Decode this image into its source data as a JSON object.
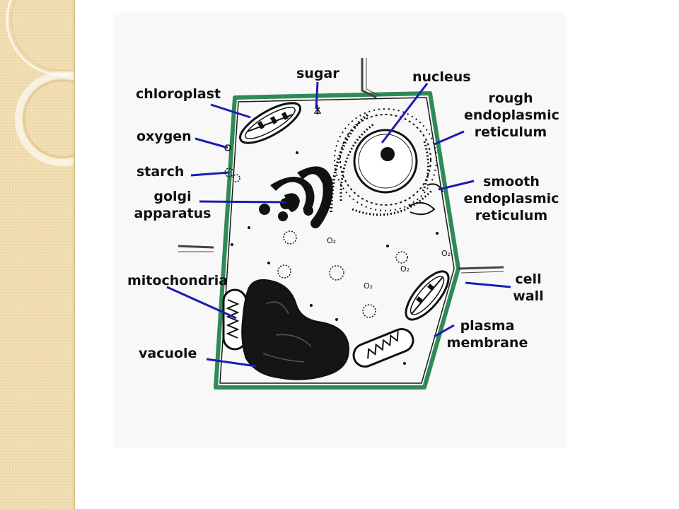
{
  "colors": {
    "sidebar_bg": "#f3dfb4",
    "cell_wall": "#2e8b57",
    "pointer": "#1c1cb4",
    "organelle": "#111111"
  },
  "labels": {
    "sugar": "sugar",
    "nucleus": "nucleus",
    "chloroplast": "chloroplast",
    "rough_er": [
      "rough",
      "endoplasmic",
      "reticulum"
    ],
    "oxygen": "oxygen",
    "starch": "starch",
    "smooth_er": [
      "smooth",
      "endoplasmic",
      "reticulum"
    ],
    "golgi": [
      "golgi",
      "apparatus"
    ],
    "mitochondria": "mitochondria",
    "cell_wall": [
      "cell",
      "wall"
    ],
    "plasma_membrane": [
      "plasma",
      "membrane"
    ],
    "vacuole": "vacuole",
    "o2_marks": [
      "O₂",
      "O₂",
      "O₂",
      "O₂"
    ]
  }
}
